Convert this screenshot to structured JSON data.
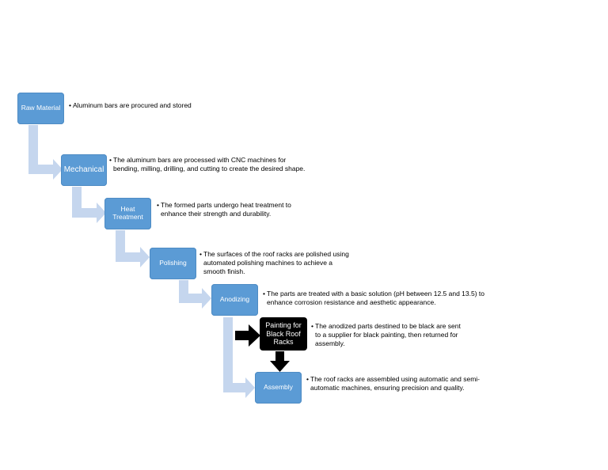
{
  "steps": [
    {
      "label": "Raw Material",
      "description": "Aluminum bars are procured and stored"
    },
    {
      "label": "Mechanical",
      "description": "The aluminum bars are processed with CNC machines for bending, milling, drilling, and cutting to create the desired shape."
    },
    {
      "label": "Heat Treatment",
      "description": "The formed parts undergo heat treatment to enhance their strength and durability."
    },
    {
      "label": "Polishing",
      "description": "The surfaces of the roof racks are polished using automated polishing machines to achieve a smooth finish."
    },
    {
      "label": "Anodizing",
      "description": "The parts are treated with a basic solution (pH between 12.5 and 13.5) to enhance corrosion resistance and aesthetic appearance."
    },
    {
      "label": "Painting for Black Roof Racks",
      "description": "The anodized parts destined to be black are sent to a supplier for black painting, then returned for assembly."
    },
    {
      "label": "Assembly",
      "description": "The roof racks are assembled using automatic and semi-automatic machines, ensuring precision and quality."
    }
  ],
  "colors": {
    "step_fill": "#5b9bd5",
    "connector": "#c5d6ee",
    "painting_fill": "#000000",
    "arrow": "#000000"
  }
}
